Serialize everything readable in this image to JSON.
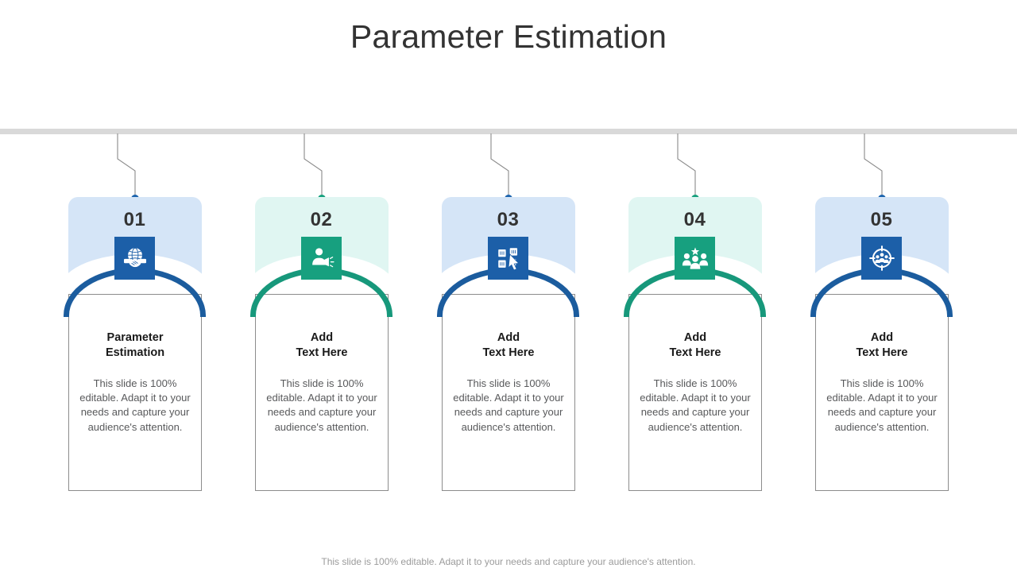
{
  "slide": {
    "title": "Parameter Estimation",
    "footer_note": "This slide is 100% editable. Adapt it to your needs and capture your audience's attention.",
    "divider_color": "#d9d9d9",
    "title_color": "#333333"
  },
  "palette": {
    "blue_dark": "#1c5fa8",
    "blue_arc": "#1b5c9e",
    "blue_panel": "#d5e5f7",
    "blue_icon_box": "#1c5fa8",
    "blue_dot": "#1b63ad",
    "green_dark": "#169b7b",
    "green_arc": "#17987b",
    "green_panel": "#e0f6f2",
    "green_icon_box": "#17a07f",
    "green_dot": "#15a07d",
    "connector_line": "#8a8a8a",
    "body_border": "#8c8c8c",
    "body_text": "#58595b",
    "heading_text": "#1a1a1a"
  },
  "cards": [
    {
      "number": "01",
      "heading": "Parameter\nEstimation",
      "text": "This slide is 100% editable. Adapt it to your needs and capture your audience's attention.",
      "icon": "globe-handshake-icon",
      "theme": "blue"
    },
    {
      "number": "02",
      "heading": "Add\nText Here",
      "text": "This slide is 100% editable. Adapt it to your needs and capture your audience's attention.",
      "icon": "person-megaphone-icon",
      "theme": "green"
    },
    {
      "number": "03",
      "heading": "Add\nText Here",
      "text": "This slide is 100% editable. Adapt it to your needs and capture your audience's attention.",
      "icon": "cards-cursor-icon",
      "theme": "blue"
    },
    {
      "number": "04",
      "heading": "Add\nText Here",
      "text": "This slide is 100% editable. Adapt it to your needs and capture your audience's attention.",
      "icon": "team-group-icon",
      "theme": "blue_green"
    },
    {
      "number": "05",
      "heading": "Add\nText Here",
      "text": "This slide is 100% editable. Adapt it to your needs and capture your audience's attention.",
      "icon": "target-people-icon",
      "theme": "blue"
    }
  ]
}
